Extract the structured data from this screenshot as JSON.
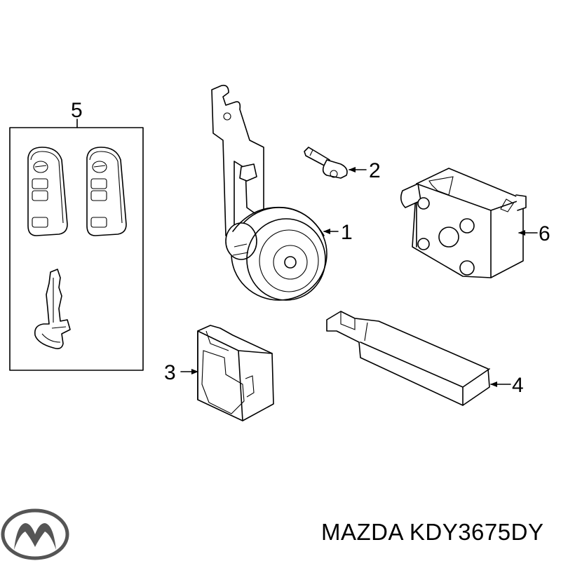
{
  "diagram": {
    "callouts": [
      {
        "id": "1",
        "label": "1"
      },
      {
        "id": "2",
        "label": "2"
      },
      {
        "id": "3",
        "label": "3"
      },
      {
        "id": "4",
        "label": "4"
      },
      {
        "id": "5",
        "label": "5"
      },
      {
        "id": "6",
        "label": "6"
      }
    ],
    "footer": {
      "brand_logo": "mazda-logo-icon",
      "part_number": "MAZDA KDY3675DY"
    }
  }
}
